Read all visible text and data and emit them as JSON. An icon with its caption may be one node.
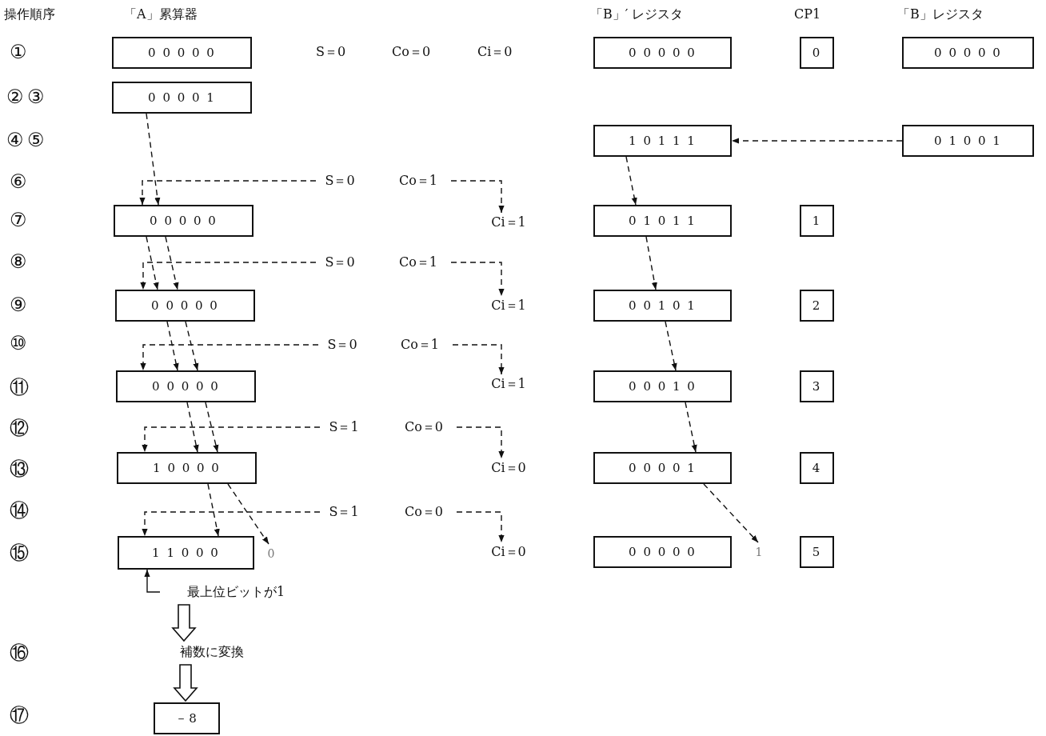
{
  "diagram": {
    "nodes": [
      {
        "text": [
          "0 0 0 0 0"
        ]
      },
      {
        "text": [
          "0 0 0 0 0"
        ]
      },
      {
        "text": [
          "0"
        ]
      },
      {
        "text": [
          "0 0 0 0 0"
        ]
      },
      {
        "text": [
          "0 0 0 0 1"
        ]
      },
      {
        "text": [
          "1 0 1 1 1"
        ]
      },
      {
        "text": [
          "0 1 0 0 1"
        ]
      },
      {
        "text": [
          "S＝0"
        ]
      },
      {
        "text": [
          "Co＝1"
        ]
      },
      {
        "text": [
          "0 0 0 0 0"
        ]
      },
      {
        "text": [
          "Ci＝1"
        ]
      },
      {
        "text": [
          "0 1 0 1 1"
        ]
      },
      {
        "text": [
          "1"
        ]
      },
      {
        "text": [
          "S＝0"
        ]
      },
      {
        "text": [
          "Co＝1"
        ]
      },
      {
        "text": [
          "0 0 0 0 0"
        ]
      },
      {
        "text": [
          "Ci＝1"
        ]
      },
      {
        "text": [
          "0 0 1 0 1"
        ]
      },
      {
        "text": [
          "2"
        ]
      },
      {
        "text": [
          "S＝0"
        ]
      },
      {
        "text": [
          "Co＝1"
        ]
      },
      {
        "text": [
          "0 0 0 0 0"
        ]
      },
      {
        "text": [
          "Ci＝1"
        ]
      },
      {
        "text": [
          "0 0 0 1 0"
        ]
      },
      {
        "text": [
          "3"
        ]
      },
      {
        "text": [
          "S＝1"
        ]
      },
      {
        "text": [
          "Co＝0"
        ]
      },
      {
        "text": [
          "1 0 0 0 0"
        ]
      },
      {
        "text": [
          "Ci＝0"
        ]
      },
      {
        "text": [
          "0 0 0 0 1"
        ]
      },
      {
        "text": [
          "4"
        ]
      },
      {
        "text": [
          "S＝1"
        ]
      },
      {
        "text": [
          "Co＝0"
        ]
      },
      {
        "text": [
          "1 1 0 0 0"
        ]
      },
      {
        "text": [
          "0"
        ]
      },
      {
        "text": [
          "Ci＝0"
        ]
      },
      {
        "text": [
          "0 0 0 0 0"
        ]
      },
      {
        "text": [
          "1"
        ]
      },
      {
        "text": [
          "5"
        ]
      },
      {
        "text": [
          "最上位ビットが1"
        ]
      },
      {
        "text": [
          "補数に変換"
        ]
      },
      {
        "text": [
          "－8"
        ]
      }
    ],
    "edges": [
      {
        "from": 4,
        "to": 9,
        "arrow": "to",
        "style": "dashed"
      },
      {
        "from": 6,
        "to": 5,
        "arrow": "to",
        "style": "dashed"
      },
      {
        "from": 5,
        "to": 11,
        "arrow": "to",
        "style": "dashed"
      },
      {
        "from": 7,
        "to": 9,
        "arrow": "to",
        "style": "dashed"
      },
      {
        "from": 8,
        "to": 10,
        "arrow": "to",
        "style": "dashed"
      },
      {
        "from": 9,
        "to": 15,
        "arrow": "to",
        "style": "dashed"
      },
      {
        "from": 9,
        "to": 15,
        "arrow": "to",
        "style": "dashed"
      },
      {
        "from": 13,
        "to": 15,
        "arrow": "to",
        "style": "dashed"
      },
      {
        "from": 14,
        "to": 16,
        "arrow": "to",
        "style": "dashed"
      },
      {
        "from": 11,
        "to": 17,
        "arrow": "to",
        "style": "dashed"
      },
      {
        "from": 15,
        "to": 21,
        "arrow": "to",
        "style": "dashed"
      },
      {
        "from": 15,
        "to": 21,
        "arrow": "to",
        "style": "dashed"
      },
      {
        "from": 19,
        "to": 21,
        "arrow": "to",
        "style": "dashed"
      },
      {
        "from": 20,
        "to": 22,
        "arrow": "to",
        "style": "dashed"
      },
      {
        "from": 17,
        "to": 23,
        "arrow": "to",
        "style": "dashed"
      },
      {
        "from": 21,
        "to": 27,
        "arrow": "to",
        "style": "dashed"
      },
      {
        "from": 21,
        "to": 27,
        "arrow": "to",
        "style": "dashed"
      },
      {
        "from": 25,
        "to": 27,
        "arrow": "to",
        "style": "dashed"
      },
      {
        "from": 26,
        "to": 28,
        "arrow": "to",
        "style": "dashed"
      },
      {
        "from": 23,
        "to": 29,
        "arrow": "to",
        "style": "dashed"
      },
      {
        "from": 27,
        "to": 33,
        "arrow": "to",
        "style": "dashed"
      },
      {
        "from": 27,
        "to": 34,
        "arrow": "to",
        "style": "dashed"
      },
      {
        "from": 31,
        "to": 33,
        "arrow": "to",
        "style": "dashed"
      },
      {
        "from": 32,
        "to": 35,
        "arrow": "to",
        "style": "dashed"
      },
      {
        "from": 29,
        "to": 37,
        "arrow": "to",
        "style": "dashed"
      },
      {
        "from": 39,
        "to": 33,
        "arrow": "to"
      },
      {
        "from": 39,
        "to": 40,
        "arrow": "to",
        "style": "thick"
      },
      {
        "from": 40,
        "to": 41,
        "arrow": "to",
        "style": "thick"
      }
    ],
    "labels": [
      "操作順序",
      "「A」累算器",
      "「B」′ レジスタ",
      "CP1",
      "「B」レジスタ",
      "①",
      "S＝0",
      "Co＝0",
      "Ci＝0",
      "②",
      "③",
      "④",
      "⑤",
      "⑥",
      "⑦",
      "⑧",
      "⑨",
      "⑩",
      "⑪",
      "⑫",
      "⑬",
      "⑭",
      "⑮",
      "⑯",
      "⑰"
    ]
  }
}
